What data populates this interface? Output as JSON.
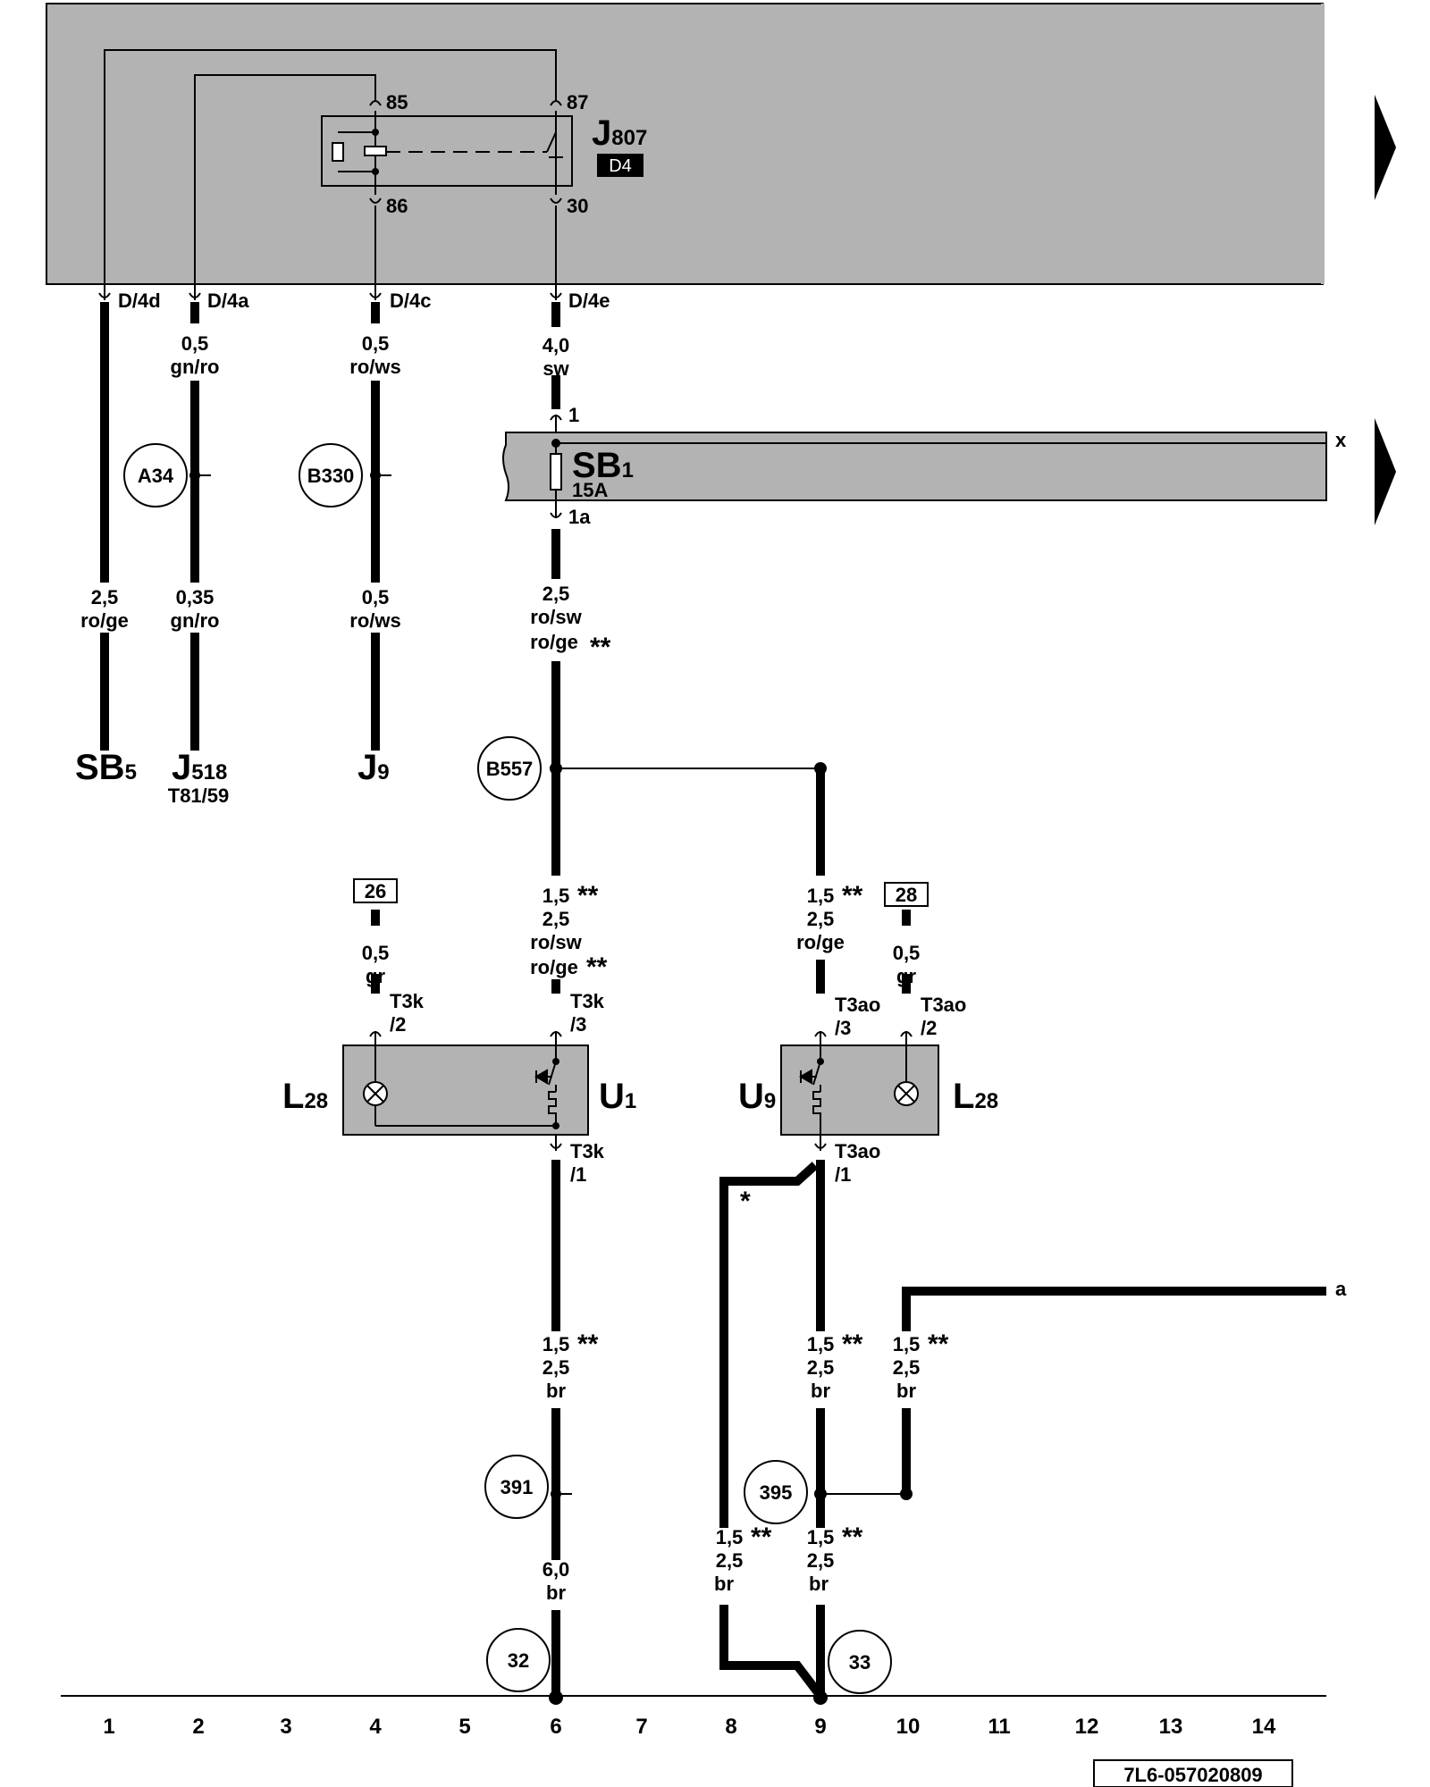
{
  "relay": {
    "name": "J",
    "sub": "807",
    "badge": "D4",
    "pin85": "85",
    "pin86": "86",
    "pin87": "87",
    "pin30": "30"
  },
  "connectors_top": {
    "d4d": "D/4d",
    "d4a": "D/4a",
    "d4c": "D/4c",
    "d4e": "D/4e"
  },
  "fuse": {
    "name": "SB",
    "sub": "1",
    "rating": "15A",
    "pin_in": "1",
    "pin_out": "1a",
    "tail": "x"
  },
  "wires": {
    "w1_top": [
      "0,5",
      "gn/ro"
    ],
    "w1_size_d4c": [
      "0,5",
      "ro/ws"
    ],
    "w_feed": [
      "4,0",
      "sw"
    ],
    "w_sb5": [
      "2,5",
      "ro/ge"
    ],
    "w_j518": [
      "0,35",
      "gn/ro"
    ],
    "w_j9": [
      "0,5",
      "ro/ws"
    ],
    "w_fuse_out": [
      "2,5",
      "ro/sw",
      "ro/ge"
    ],
    "w_u1_in": [
      "1,5",
      "2,5",
      "ro/sw",
      "ro/ge"
    ],
    "w_u9_in": [
      "1,5",
      "2,5",
      "ro/ge"
    ],
    "w_26": [
      "0,5",
      "gr"
    ],
    "w_28": [
      "0,5",
      "gr"
    ],
    "w_u1_out": [
      "1,5",
      "2,5",
      "br"
    ],
    "w_u9_out": [
      "1,5",
      "2,5",
      "br"
    ],
    "w_a": [
      "1,5",
      "2,5",
      "br"
    ],
    "w_ground32": [
      "6,0",
      "br"
    ],
    "w_alt": [
      "1,5",
      "2,5",
      "br"
    ],
    "w_395_down": [
      "1,5",
      "2,5",
      "br"
    ]
  },
  "star_single": "*",
  "star_double": "**",
  "splices": {
    "a34": "A34",
    "b330": "B330",
    "b557": "B557",
    "s391": "391",
    "s395": "395",
    "g32": "32",
    "g33": "33"
  },
  "refs": {
    "r26": "26",
    "r28": "28"
  },
  "destinations": {
    "sb5": {
      "name": "SB",
      "sub": "5"
    },
    "j518": {
      "name": "J",
      "sub": "518",
      "extra": "T81/59"
    },
    "j9": {
      "name": "J",
      "sub": "9"
    }
  },
  "components": {
    "l28_left": {
      "name": "L",
      "sub": "28"
    },
    "u1": {
      "name": "U",
      "sub": "1"
    },
    "u9": {
      "name": "U",
      "sub": "9"
    },
    "l28_right": {
      "name": "L",
      "sub": "28"
    }
  },
  "pins": {
    "t3k_2": [
      "T3k",
      "/2"
    ],
    "t3k_3": [
      "T3k",
      "/3"
    ],
    "t3k_1": [
      "T3k",
      "/1"
    ],
    "t3ao_3": [
      "T3ao",
      "/3"
    ],
    "t3ao_2": [
      "T3ao",
      "/2"
    ],
    "t3ao_1": [
      "T3ao",
      "/1"
    ]
  },
  "end_label_a": "a",
  "columns": [
    "1",
    "2",
    "3",
    "4",
    "5",
    "6",
    "7",
    "8",
    "9",
    "10",
    "11",
    "12",
    "13",
    "14"
  ],
  "drawing_number": "7L6-057020809"
}
